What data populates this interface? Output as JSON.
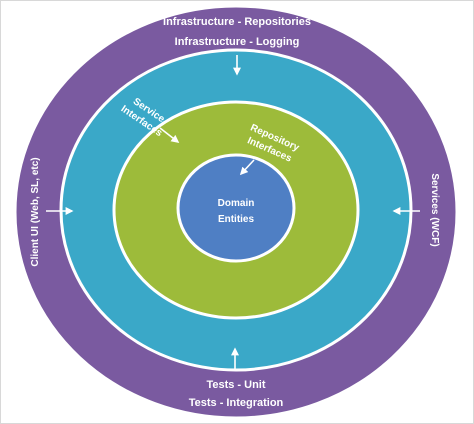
{
  "diagram": {
    "outer_ring": {
      "color": "#7a5aa0",
      "top_labels": [
        "Infrastructure - Repositories",
        "Infrastructure - Logging"
      ],
      "bottom_labels": [
        "Tests - Unit",
        "Tests - Integration"
      ],
      "left_label": "Client UI (Web, SL, etc)",
      "right_label": "Services (WCF)"
    },
    "service_ring": {
      "color": "#3aa8c8",
      "label_line1": "Service",
      "label_line2": "Interfaces"
    },
    "repository_ring": {
      "color": "#9dbb3a",
      "label_line1": "Repository",
      "label_line2": "Interfaces"
    },
    "domain_core": {
      "color": "#4f7fc4",
      "label_line1": "Domain",
      "label_line2": "Entities"
    }
  }
}
